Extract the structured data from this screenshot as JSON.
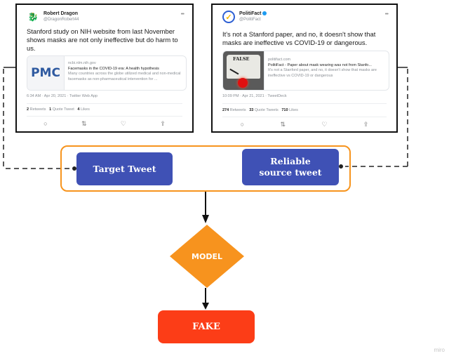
{
  "left_tweet": {
    "author_name": "Robert Dragon",
    "author_handle": "@DragonRobert44",
    "avatar_icon": "dragon-emblem",
    "text": "Stanford study on NIH website from last November shows masks are not only ineffective but do harm to us.",
    "card": {
      "thumb_label": "PMC",
      "domain": "ncbi.nlm.nih.gov",
      "title": "Facemasks in the COVID-19 era: A health hypothesis",
      "description": "Many countries across the globe utilized medical and non-medical facemasks as non-pharmaceutical intervention for ..."
    },
    "meta": "6:34 AM · Apr 20, 2021 · Twitter Web App",
    "stats": [
      {
        "count": "2",
        "label": "Retweets"
      },
      {
        "count": "1",
        "label": "Quote Tweet"
      },
      {
        "count": "4",
        "label": "Likes"
      }
    ],
    "actions": [
      "reply",
      "retweet",
      "like",
      "share"
    ]
  },
  "right_tweet": {
    "author_name": "PolitiFact",
    "author_handle": "@PolitiFact",
    "verified": true,
    "avatar_icon": "politifact-check-logo",
    "text": "It's not a Stanford paper, and no, it doesn't show that masks are ineffective vs COVID-19 or dangerous.",
    "card": {
      "thumb_label": "FALSE",
      "domain": "politifact.com",
      "title": "PolitiFact - Paper about mask wearing was not from Stanfo...",
      "description": "It's not a Stanford paper, and no, it doesn't show that masks are ineffective vs COVID-19 or dangerous"
    },
    "meta": "10:09 PM · Apr 21, 2021 · TweetDeck",
    "stats": [
      {
        "count": "274",
        "label": "Retweets"
      },
      {
        "count": "33",
        "label": "Quote Tweets"
      },
      {
        "count": "710",
        "label": "Likes"
      }
    ],
    "actions": [
      "reply",
      "retweet",
      "like",
      "share"
    ]
  },
  "diagram": {
    "target_node": "Target Tweet",
    "reliable_node_line1": "Reliable",
    "reliable_node_line2": "source tweet",
    "model_node": "MODEL",
    "output_node": "FAKE",
    "colors": {
      "group_border": "#f7941d",
      "input_nodes": "#3f51b5",
      "model": "#f7931e",
      "output": "#fc3d17",
      "connectors": "#222222"
    }
  },
  "watermark": "miro"
}
